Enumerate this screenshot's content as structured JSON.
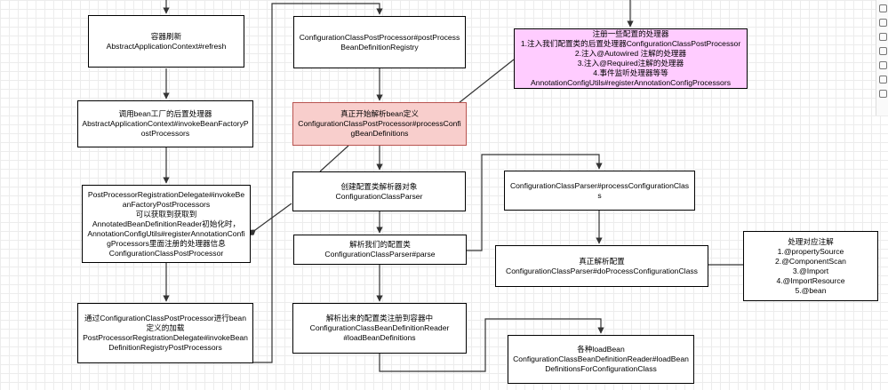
{
  "nodes": {
    "refresh": "容器刷新\nAbstractApplicationContext#refresh",
    "invoke_bf": "调用bean工厂的后置处理器\nAbstractApplicationContext#invokeBeanFactoryPostProcessors",
    "delegate": "PostProcessorRegistrationDelegate#invokeBeanFactoryPostProcessors\n可以获取到获取到\nAnnotatedBeanDefinitionReader初始化时，\nAnnotationConfigUtils#registerAnnotationConfigProcessors里面注册的处理器信息\nConfigurationClassPostProcessor",
    "load_bd": "通过ConfigurationClassPostProcessor进行bean定义的加载\nPostProcessorRegistrationDelegate#invokeBeanDefinitionRegistryPostProcessors",
    "post_process_bdr": "ConfigurationClassPostProcessor#postProcessBeanDefinitionRegistry",
    "process_config_bd": "真正开始解析bean定义\nConfigurationClassPostProcessor#processConfigBeanDefinitions",
    "create_parser": "创建配置类解析器对象\nConfigurationClassParser",
    "parse": "解析我们的配置类\nConfigurationClassParser#parse",
    "load_bd_reader": "解析出来的配置类注册到容器中\nConfigurationClassBeanDefinitionReader\n#loadBeanDefinitions",
    "register_processors": "注册一些配置的处理器\n1.注入我们配置类的后置处理器ConfigurationClassPostProcessor\n2.注入@Autowired 注解的处理器\n3.注入@Required注解的处理器\n4.事件监听处理器等等\nAnnotationConfigUtils#registerAnnotationConfigProcessors",
    "process_cc": "ConfigurationClassParser#processConfigurationClass",
    "do_process_cc": "真正解析配置\nConfigurationClassParser#doProcessConfigurationClass",
    "annotations": "处理对应注解\n1.@propertySource\n2.@ComponentScan\n3.@Import\n4.@ImportResource\n5.@bean",
    "load_bd_for_cc": "各种loadBean\nConfigurationClassBeanDefinitionReader#loadBeanDefinitionsForConfigurationClass"
  },
  "colors": {
    "highlight_red_fill": "#f8cecc",
    "highlight_red_border": "#b85450",
    "highlight_pink_fill": "#ffccff",
    "highlight_pink_border": "#000000",
    "line": "#333333"
  },
  "toolbar_icons": [
    "move-icon",
    "undo-icon",
    "copy-icon",
    "page-icon",
    "zoom-icon",
    "link-icon",
    "comment-icon"
  ]
}
